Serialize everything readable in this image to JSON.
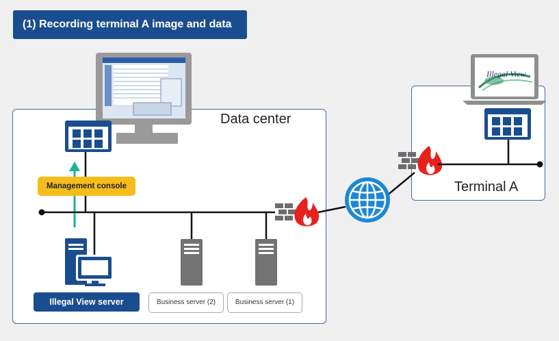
{
  "title": "(1) Recording terminal A image and data",
  "data_center_label": "Data center",
  "terminal_label": "Terminal A",
  "management_console_label": "Management console",
  "illegal_view_server_label": "Illegal View server",
  "business_server_2_label": "Business server (2)",
  "business_server_1_label": "Business server (1)",
  "laptop_screen_text": "Illegal View",
  "colors": {
    "title_bg": "#1a4d8f",
    "console_yellow": "#f5bd1c",
    "arrow_green": "#1ab394",
    "firewall_red": "#e8211d",
    "globe_blue": "#1e88d4"
  }
}
